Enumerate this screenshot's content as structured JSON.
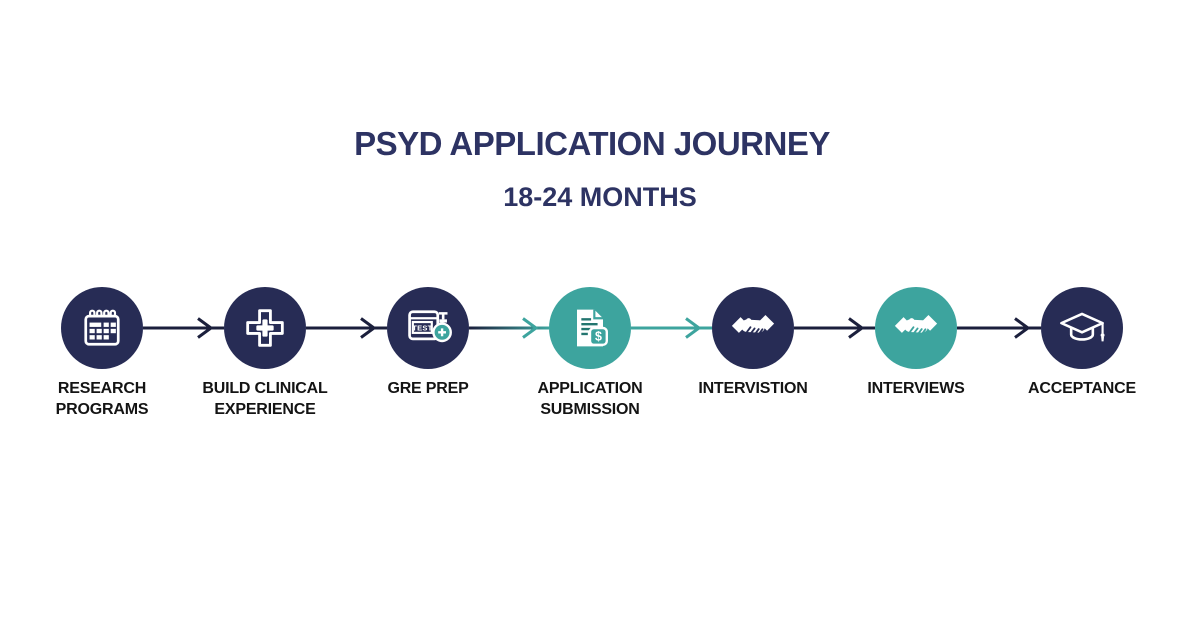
{
  "header": {
    "title": "PSYD APPLICATION JOURNEY",
    "subtitle": "18-24 MONTHS"
  },
  "colors": {
    "background": "#ffffff",
    "navy": "#272c55",
    "teal": "#3da49e",
    "teal-dark": "#23756f",
    "title-navy": "#2d3363",
    "label-dark": "#141414",
    "arrow-dark": "#1b1f3c",
    "icon-white": "#ffffff"
  },
  "timeline": {
    "steps": [
      {
        "label": "RESEARCH PROGRAMS",
        "icon": "calendar-icon",
        "circle_color": "navy"
      },
      {
        "label": "BUILD CLINICAL EXPERIENCE",
        "icon": "medical-cross-icon",
        "circle_color": "navy"
      },
      {
        "label": "GRE PREP",
        "icon": "test-clipboard-icon",
        "circle_color": "navy",
        "icon_text": "TEST"
      },
      {
        "label": "APPLICATION SUBMISSION",
        "icon": "document-fee-icon",
        "circle_color": "teal",
        "icon_text": "$"
      },
      {
        "label": "INTERVISTION",
        "icon": "handshake-icon",
        "circle_color": "navy"
      },
      {
        "label": "INTERVIEWS",
        "icon": "handshake-icon",
        "circle_color": "teal"
      },
      {
        "label": "ACCEPTANCE",
        "icon": "graduation-cap-icon",
        "circle_color": "navy"
      }
    ],
    "arrows": [
      {
        "from": "RESEARCH PROGRAMS",
        "to": "BUILD CLINICAL EXPERIENCE",
        "color": "dark"
      },
      {
        "from": "BUILD CLINICAL EXPERIENCE",
        "to": "GRE PREP",
        "color": "dark"
      },
      {
        "from": "GRE PREP",
        "to": "APPLICATION SUBMISSION",
        "color": "dark-to-teal"
      },
      {
        "from": "APPLICATION SUBMISSION",
        "to": "INTERVISTION",
        "color": "teal"
      },
      {
        "from": "INTERVISTION",
        "to": "INTERVIEWS",
        "color": "dark"
      },
      {
        "from": "INTERVIEWS",
        "to": "ACCEPTANCE",
        "color": "dark"
      }
    ]
  }
}
